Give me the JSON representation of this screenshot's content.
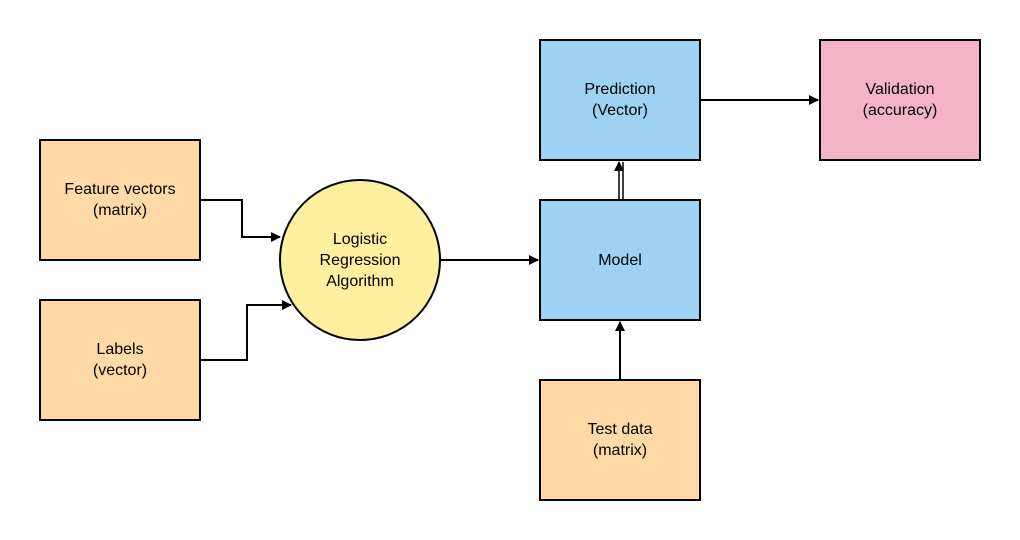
{
  "colors": {
    "input": "#FFDAA6",
    "process": "#FFF0A0",
    "model": "#9DD2F3",
    "validation": "#F3B4C8",
    "line": "#000000"
  },
  "nodes": {
    "feature_vectors": {
      "line1": "Feature vectors",
      "line2": "(matrix)"
    },
    "labels": {
      "line1": "Labels",
      "line2": "(vector)"
    },
    "algorithm": {
      "line1": "Logistic",
      "line2": "Regression",
      "line3": "Algorithm"
    },
    "model": {
      "line1": "Model"
    },
    "prediction": {
      "line1": "Prediction",
      "line2": "(Vector)"
    },
    "validation": {
      "line1": "Validation",
      "line2": "(accuracy)"
    },
    "test_data": {
      "line1": "Test data",
      "line2": "(matrix)"
    }
  }
}
